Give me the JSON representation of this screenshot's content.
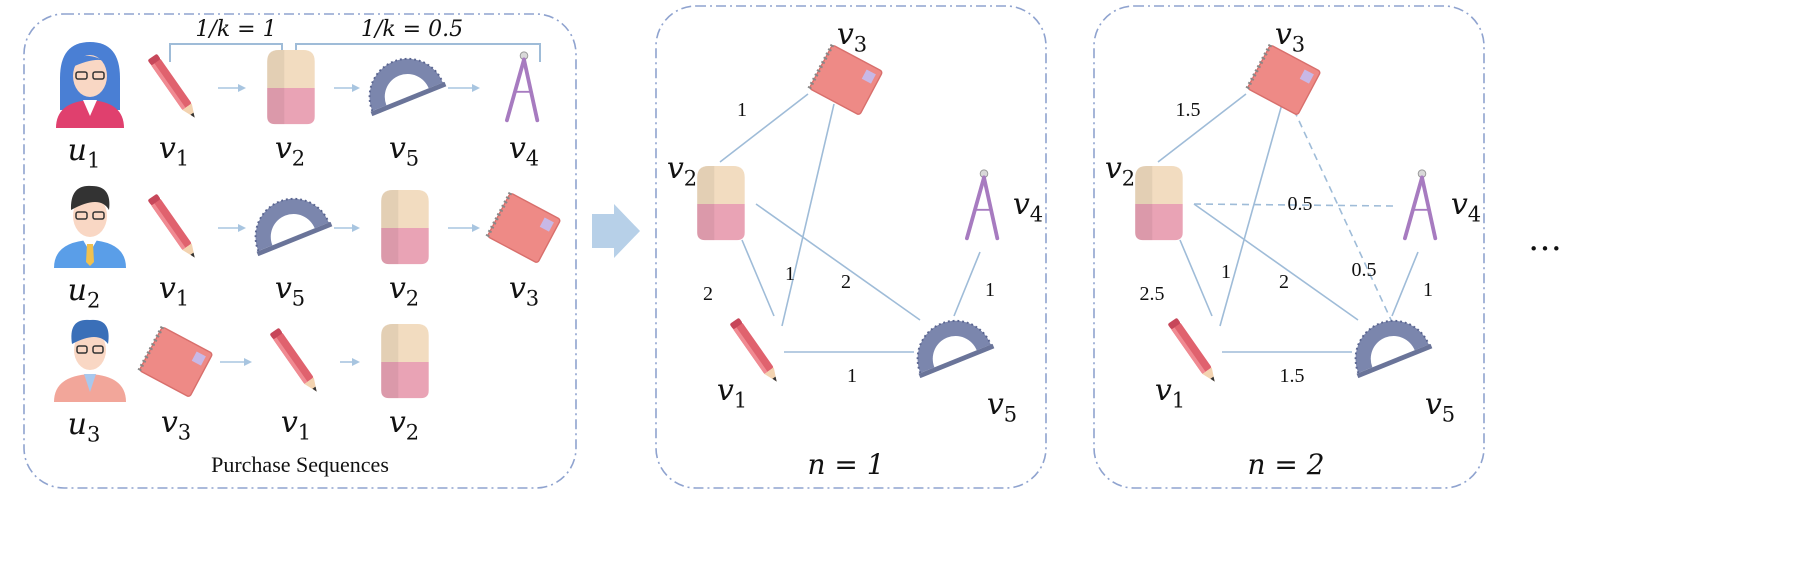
{
  "panel_left": {
    "caption": "Purchase Sequences",
    "bracket_labels": [
      "1/k = 1",
      "1/k = 0.5"
    ],
    "rows": [
      {
        "user": "u1",
        "user_type": "female-user-icon",
        "items": [
          "v1",
          "v2",
          "v5",
          "v4"
        ]
      },
      {
        "user": "u2",
        "user_type": "male-user-icon",
        "items": [
          "v1",
          "v5",
          "v2",
          "v3"
        ]
      },
      {
        "user": "u3",
        "user_type": "young-user-icon",
        "items": [
          "v3",
          "v1",
          "v2"
        ]
      }
    ]
  },
  "graph_n1": {
    "caption": "n = 1",
    "nodes": {
      "v1": "v1",
      "v2": "v2",
      "v3": "v3",
      "v4": "v4",
      "v5": "v5"
    },
    "edges": [
      {
        "from": "v2",
        "to": "v3",
        "weight": "1"
      },
      {
        "from": "v2",
        "to": "v1",
        "weight": "2"
      },
      {
        "from": "v2",
        "to": "v5",
        "weight": "2"
      },
      {
        "from": "v1",
        "to": "v3",
        "weight": "1"
      },
      {
        "from": "v1",
        "to": "v5",
        "weight": "1"
      },
      {
        "from": "v5",
        "to": "v4",
        "weight": "1"
      }
    ]
  },
  "graph_n2": {
    "caption": "n = 2",
    "nodes": {
      "v1": "v1",
      "v2": "v2",
      "v3": "v3",
      "v4": "v4",
      "v5": "v5"
    },
    "edges": [
      {
        "from": "v2",
        "to": "v3",
        "weight": "1.5"
      },
      {
        "from": "v2",
        "to": "v1",
        "weight": "2.5"
      },
      {
        "from": "v2",
        "to": "v5",
        "weight": "2"
      },
      {
        "from": "v1",
        "to": "v3",
        "weight": "1"
      },
      {
        "from": "v1",
        "to": "v5",
        "weight": "1.5"
      },
      {
        "from": "v5",
        "to": "v4",
        "weight": "1"
      },
      {
        "from": "v2",
        "to": "v4",
        "weight": "0.5",
        "dashed": true
      },
      {
        "from": "v3",
        "to": "v5",
        "weight": "0.5",
        "dashed": true
      }
    ]
  },
  "ellipsis": "…",
  "colors": {
    "panel_border": "#8fa3cf",
    "edge": "#9fbcd8",
    "arrow": "#a8c5e0",
    "big_arrow": "#b7d0e8",
    "notebook": "#ee8a86",
    "eraser_top": "#f2dcc0",
    "eraser_bottom": "#e9a3b5",
    "protractor": "#7b86ad",
    "pencil": "#e0626e",
    "compass": "#a77bc0"
  }
}
